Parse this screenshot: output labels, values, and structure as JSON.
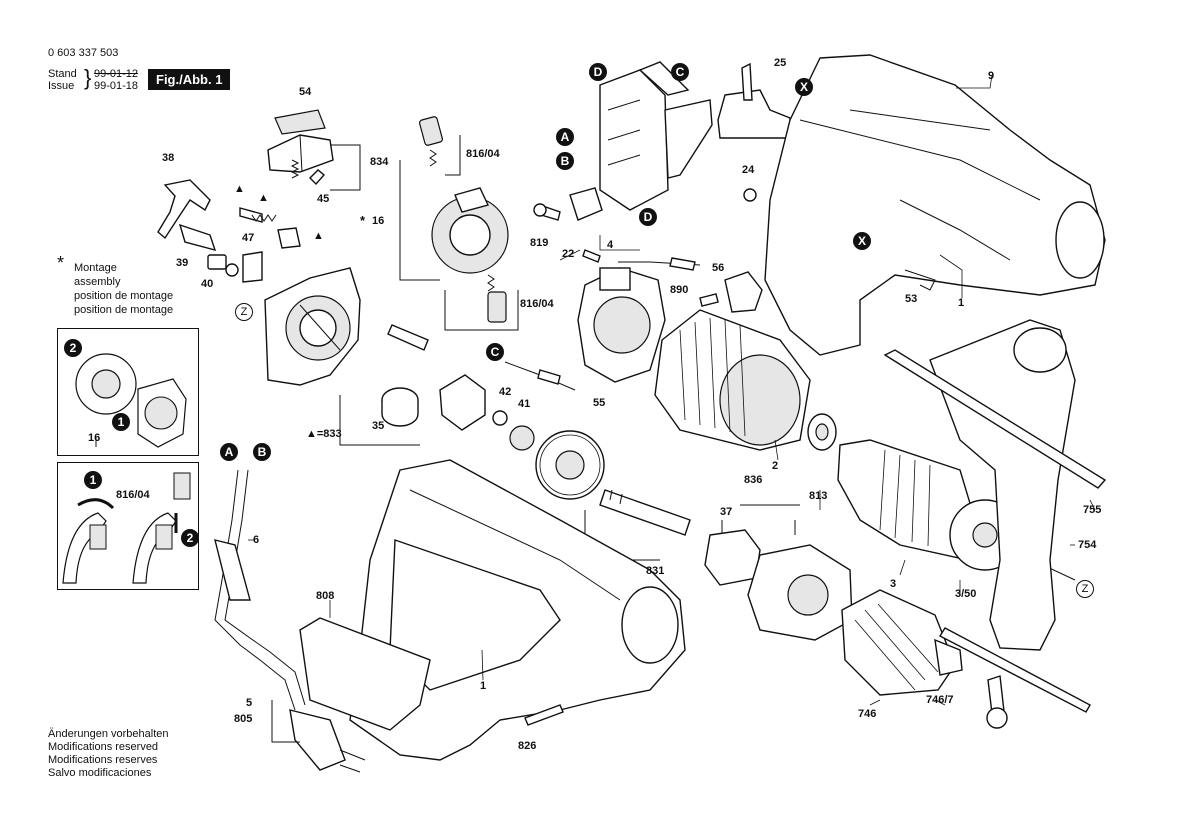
{
  "header": {
    "part_number": "0 603 337 503",
    "stand_label": "Stand",
    "stand_date_old": "99-01-12",
    "issue_label": "Issue",
    "issue_date": "99-01-18",
    "figure_label": "Fig./Abb. 1"
  },
  "legend": {
    "asterisk": "*",
    "lines": [
      "Montage",
      "assembly",
      "position de montage",
      "position de montage"
    ]
  },
  "footer": {
    "lines": [
      "Änderungen vorbehalten",
      "Modifications reserved",
      "Modifications reserves",
      "Salvo modificaciones"
    ]
  },
  "callouts": {
    "c54": "54",
    "c834": "834",
    "c45": "45",
    "c38": "38",
    "c47": "47",
    "c39": "39",
    "c40": "40",
    "c816_04_top": "816/04",
    "c16": "16",
    "c816_04_mid": "816/04",
    "c819": "819",
    "c4": "4",
    "c22": "22",
    "c56": "56",
    "c890": "890",
    "c25": "25",
    "c24": "24",
    "c9": "9",
    "c53": "53",
    "c1_right": "1",
    "c42": "42",
    "c41": "41",
    "c55": "55",
    "c833": "▲=833",
    "c35": "35",
    "c2": "2",
    "c836": "836",
    "c37": "37",
    "c813": "813",
    "c831": "831",
    "c755": "755",
    "c754": "754",
    "c3": "3",
    "c3_50": "3/50",
    "c808": "808",
    "c6": "6",
    "c1_body": "1",
    "c5": "5",
    "c805": "805",
    "c826": "826",
    "c746": "746",
    "c746_7": "746/7",
    "c16_inset": "16",
    "c816_04_inset": "816/04"
  },
  "markers": {
    "A": "A",
    "B": "B",
    "C": "C",
    "D": "D",
    "X": "X",
    "Z": "Z",
    "step1": "1",
    "step2": "2",
    "triangle": "▲"
  }
}
